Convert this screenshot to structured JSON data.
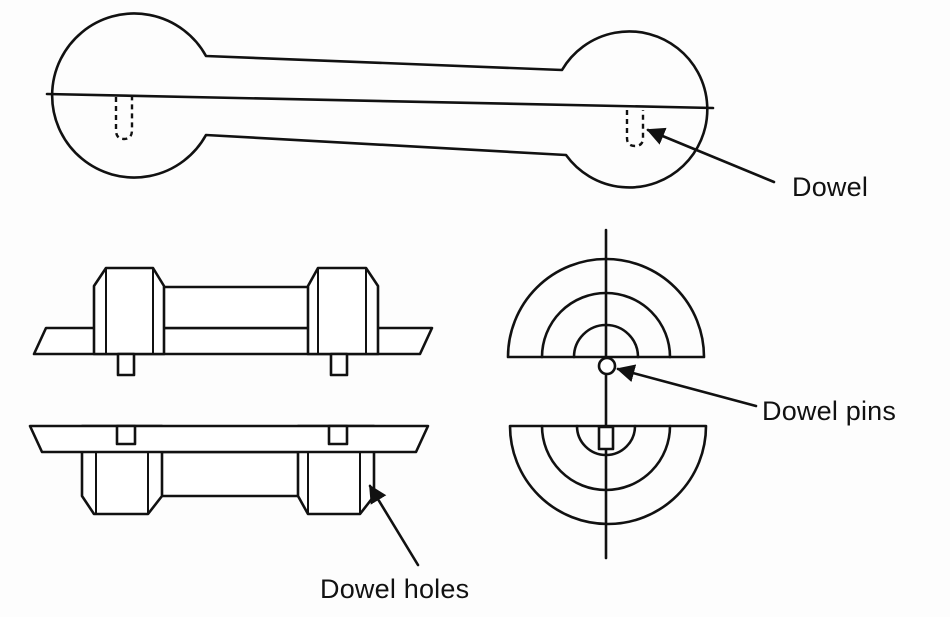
{
  "labels": {
    "dowel": "Dowel",
    "dowel_pins": "Dowel pins",
    "dowel_holes": "Dowel holes"
  }
}
